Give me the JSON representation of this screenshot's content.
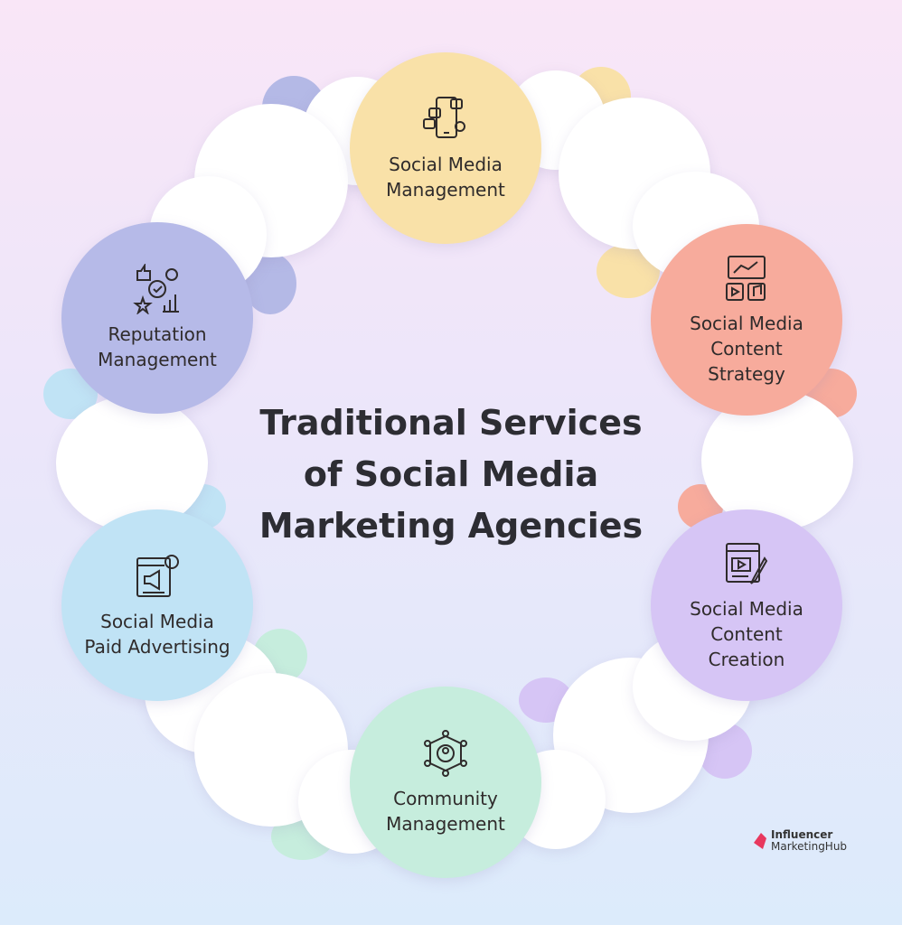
{
  "title": "Traditional Services\nof Social Media\nMarketing Agencies",
  "nodes": [
    {
      "label": "Social Media\nManagement",
      "icon": "smartphone-social-icon",
      "color": "#f9e1a8"
    },
    {
      "label": "Social Media\nContent\nStrategy",
      "icon": "strategy-board-media-icon",
      "color": "#f7ab9c"
    },
    {
      "label": "Social Media\nContent\nCreation",
      "icon": "content-editing-icon",
      "color": "#d6c5f5"
    },
    {
      "label": "Community\nManagement",
      "icon": "network-people-icon",
      "color": "#c6eddd"
    },
    {
      "label": "Social Media\nPaid Advertising",
      "icon": "megaphone-ad-icon",
      "color": "#c0e3f5"
    },
    {
      "label": "Reputation\nManagement",
      "icon": "reputation-thumbs-icon",
      "color": "#b6bae8"
    }
  ],
  "logo": {
    "line1": "Influencer",
    "line2": "MarketingHub",
    "color": "#e8385e"
  }
}
